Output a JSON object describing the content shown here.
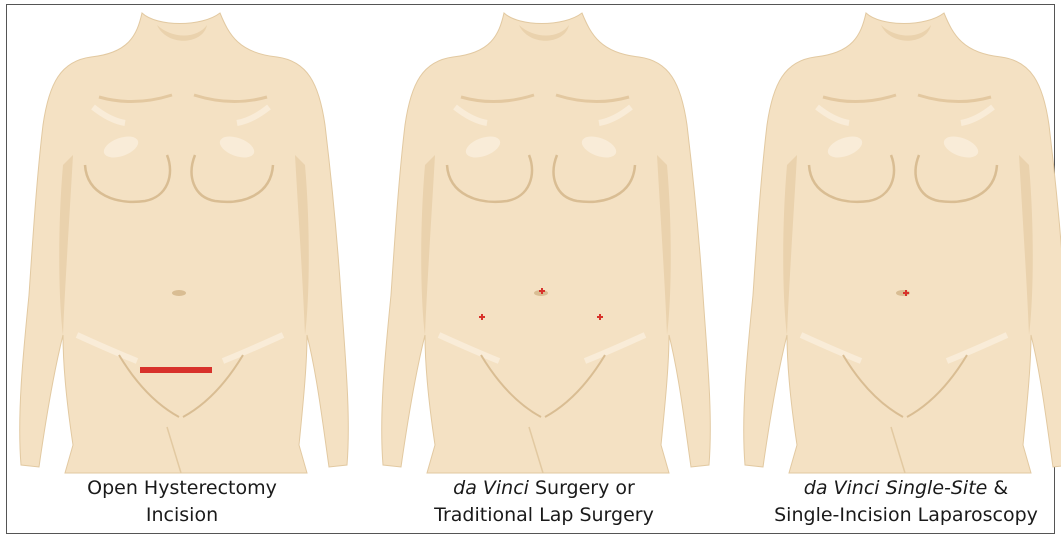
{
  "colors": {
    "skin": "#f4e1c3",
    "skin_shade": "#ead2ad",
    "contour": "#d9bd93",
    "incision": "#d8322b",
    "text": "#1a1a1a",
    "border": "#555555"
  },
  "panels": [
    {
      "id": "open",
      "caption_line1": "Open Hysterectomy",
      "caption_line2": "Incision",
      "incisions": [
        {
          "kind": "line",
          "label": "open-incision"
        }
      ]
    },
    {
      "id": "davinci",
      "caption_line1_italic": "da Vinci",
      "caption_line1_rest": " Surgery or",
      "caption_line2": "Traditional Lap Surgery",
      "incisions": [
        {
          "kind": "dot",
          "label": "umbilical-port"
        },
        {
          "kind": "dot",
          "label": "left-port"
        },
        {
          "kind": "dot",
          "label": "right-port"
        }
      ]
    },
    {
      "id": "single-site",
      "caption_line1_italic": "da Vinci Single-Site",
      "caption_line1_rest": " &",
      "caption_line2": "Single-Incision Laparoscopy",
      "incisions": [
        {
          "kind": "dot",
          "label": "single-site-port"
        }
      ]
    }
  ]
}
